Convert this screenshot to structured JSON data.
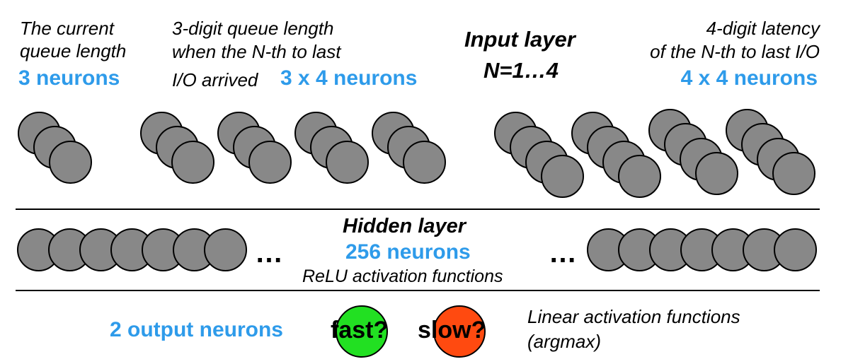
{
  "input": {
    "queue_length_text": "The current\nqueue length",
    "queue_length_count": "3 neurons",
    "queue_digits_text_1": "3-digit queue length",
    "queue_digits_text_2": "when the N-th to last",
    "queue_digits_text_3": "I/O arrived",
    "queue_digits_count": "3 x 4 neurons",
    "layer_title": "Input layer",
    "layer_range": "N=1…4",
    "latency_text_1": "4-digit latency",
    "latency_text_2": "of the N-th to last I/O",
    "latency_count": "4 x 4 neurons"
  },
  "hidden": {
    "title": "Hidden layer",
    "count": "256 neurons",
    "activation": "ReLU activation functions",
    "ellipsis": "…"
  },
  "output": {
    "count": "2 output neurons",
    "fast_label": "fast?",
    "slow_label": "slow?",
    "activation_1": "Linear activation functions",
    "activation_2": "(argmax)"
  },
  "colors": {
    "accent_blue": "#2E9BEA",
    "neuron_gray": "#888888",
    "fast_green": "#22E022",
    "slow_red": "#FF4A10"
  }
}
